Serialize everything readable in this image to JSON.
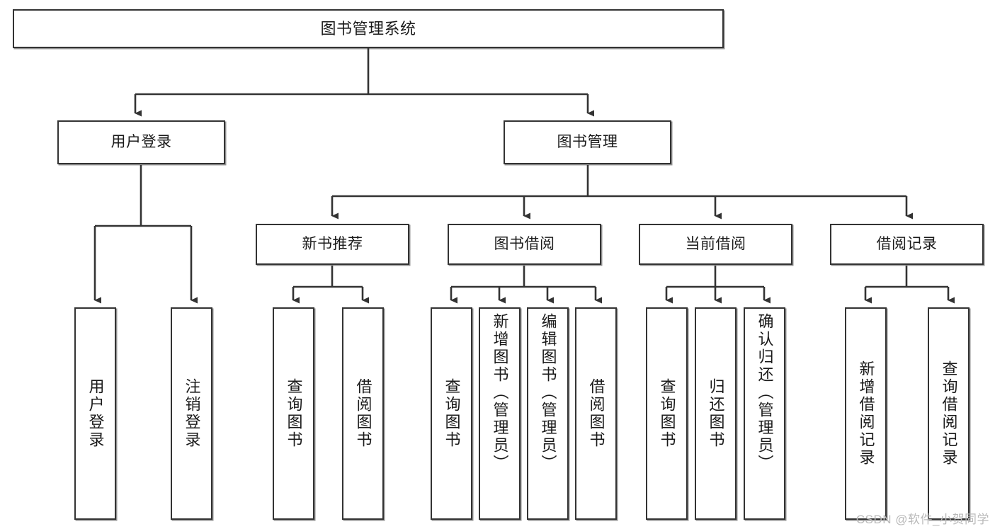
{
  "diagram": {
    "title": "图书管理系统",
    "type": "tree",
    "watermark": "CSDN @软件_小贺同学",
    "colors": {
      "box_border": "#333333",
      "box_fill": "#ffffff",
      "edge": "#333333",
      "text": "#1a1a1a",
      "watermark": "#b9b9b9"
    },
    "levels": {
      "root": {
        "label": "图书管理系统"
      },
      "level2": [
        {
          "label": "用户登录"
        },
        {
          "label": "图书管理"
        }
      ],
      "level3": [
        {
          "label": "新书推荐"
        },
        {
          "label": "图书借阅"
        },
        {
          "label": "当前借阅"
        },
        {
          "label": "借阅记录"
        }
      ],
      "leaves": {
        "user_login": [
          {
            "label": "用户登录"
          },
          {
            "label": "注销登录"
          }
        ],
        "new_book_recommend": [
          {
            "label": "查询图书"
          },
          {
            "label": "借阅图书"
          }
        ],
        "book_borrow": [
          {
            "label": "查询图书"
          },
          {
            "label": "新增图书（管理员）"
          },
          {
            "label": "编辑图书（管理员）"
          },
          {
            "label": "借阅图书"
          }
        ],
        "current_borrow": [
          {
            "label": "查询图书"
          },
          {
            "label": "归还图书"
          },
          {
            "label": "确认归还（管理员）"
          }
        ],
        "borrow_record": [
          {
            "label": "新增借阅记录"
          },
          {
            "label": "查询借阅记录"
          }
        ]
      }
    }
  }
}
